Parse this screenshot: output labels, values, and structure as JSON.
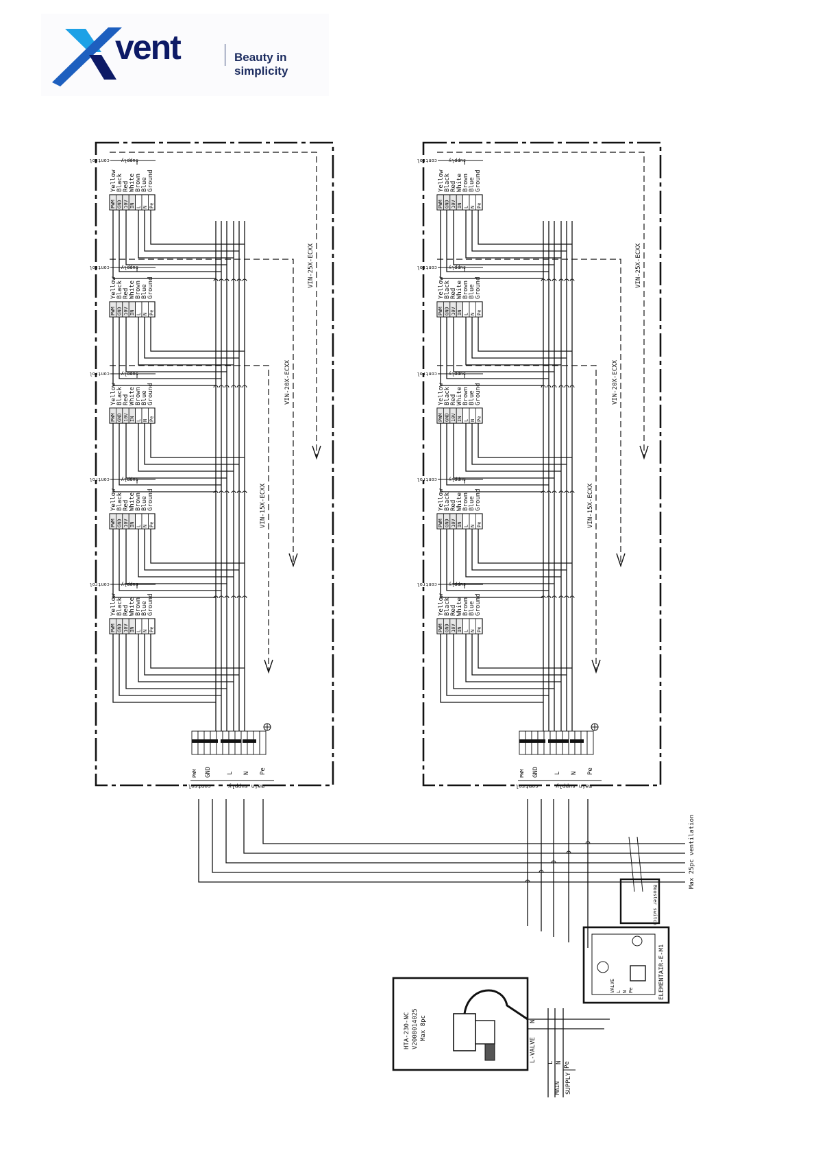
{
  "brand": {
    "logo_text": "vent",
    "logo_letter": "X",
    "tagline": "Beauty in simplicity",
    "primary_color": "#0d1a66",
    "accent_color": "#1da1e6"
  },
  "panel_labels": {
    "control": "control",
    "supply": "supply",
    "wires": [
      "Yellow",
      "Black",
      "Red",
      "White",
      "Brown",
      "Blue",
      "Ground"
    ],
    "terminals": [
      "PWM",
      "GND",
      "10V",
      "IN",
      "L",
      "N",
      "Pe"
    ]
  },
  "bottom_terminal": {
    "control": "control",
    "main_supply": "main supply",
    "pwm": "PWM",
    "gnd": "GND",
    "l": "L",
    "n": "N",
    "pe": "Pe"
  },
  "range_labels": {
    "r25": "VIN-25X-ECXX",
    "r20": "VIN-20X-ECXX",
    "r15": "VIN-15X-ECXX"
  },
  "ventilation_note": "Max 25pc ventilation",
  "valve": {
    "model": "HTA-230-NC",
    "code": "V2008014025",
    "max": "Max 8pc",
    "l_valve": "L-VALVE",
    "n": "N",
    "main_supply_1": "MAIN",
    "main_supply_2": "SUPPLY",
    "l": "L",
    "n2": "N",
    "pe": "Pe"
  },
  "controller": {
    "name": "ELEMENTAIR-E-M1",
    "labels": [
      "VALVE",
      "L",
      "N",
      "Pe"
    ],
    "booster": "Booster switch"
  }
}
